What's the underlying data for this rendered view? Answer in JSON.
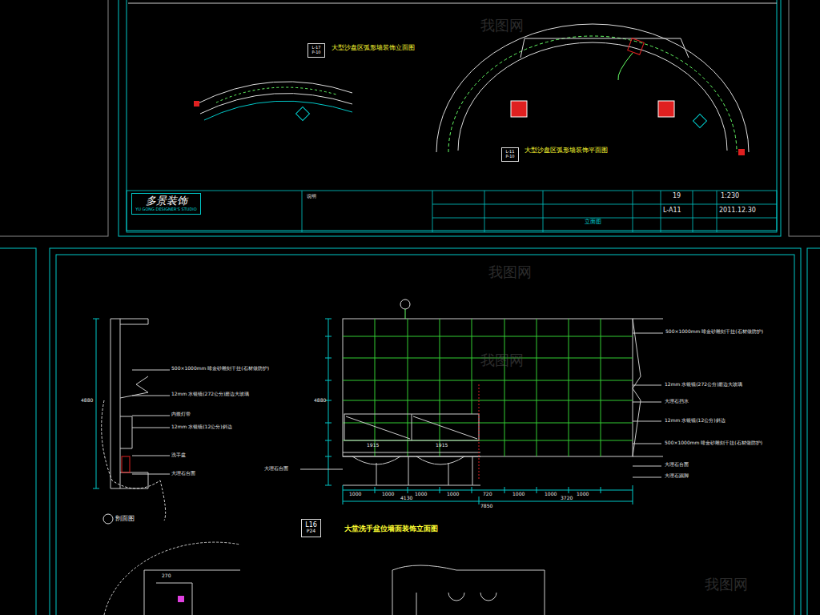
{
  "diagram": {
    "title": "大堂洗手盆位墙面装饰立面图",
    "nodes": [
      {
        "text": [
          "多景装饰",
          "YU GONG DESIGNER'S STUDIO"
        ]
      },
      {
        "text": [
          "L16",
          "P24"
        ]
      },
      {
        "text": [
          "L-17",
          "P-10"
        ]
      },
      {
        "text": [
          "L-11",
          "P-10"
        ]
      }
    ],
    "labels": [
      "大型沙盘区弧形墙装饰立面图",
      "大型沙盘区弧形墙装饰平面图",
      "说明",
      "立面图",
      "19",
      "1:230",
      "L-A11",
      "2011.12.30",
      "500×1000mm 啡金砂雕刻干挂(石材做防护)",
      "12mm 水银镜(272公分)磨边大玻璃",
      "大理石挡水",
      "12mm 水银镜(12公分)斜边",
      "500×1000mm 啡金砂雕刻干挂(石材做防护)",
      "大理石台面",
      "大理石踢脚",
      "500×1000mm 啡金砂雕刻干挂(石材做防护)",
      "12mm 水银镜(272公分)磨边大玻璃",
      "内嵌灯带",
      "12mm 水银镜(12公分)斜边",
      "洗手盆",
      "大理石台面",
      "大理石台面",
      "1000",
      "1000",
      "1000",
      "1000",
      "720",
      "1000",
      "1000",
      "1000",
      "4130",
      "3720",
      "7850",
      "1915",
      "1915",
      "4880",
      "4880",
      "剖面图",
      "270",
      "我图网",
      "我图网",
      "我图网",
      "我图网"
    ]
  }
}
